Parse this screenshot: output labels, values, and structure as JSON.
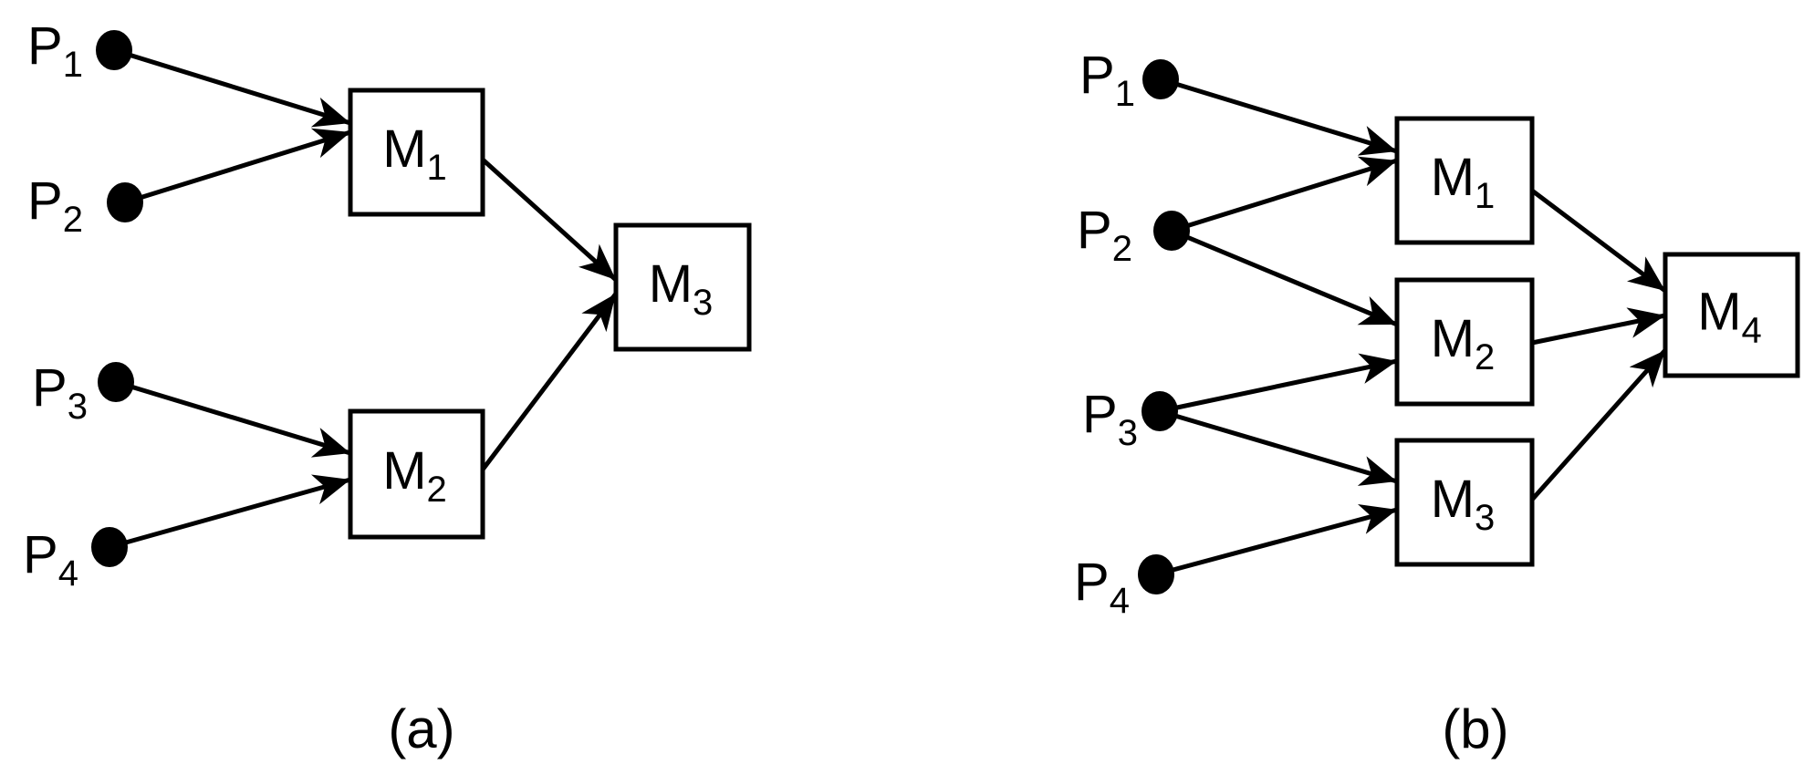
{
  "panels": {
    "a": {
      "caption": "(a)",
      "sources": [
        {
          "id": "P1",
          "base": "P",
          "sub": "1"
        },
        {
          "id": "P2",
          "base": "P",
          "sub": "2"
        },
        {
          "id": "P3",
          "base": "P",
          "sub": "3"
        },
        {
          "id": "P4",
          "base": "P",
          "sub": "4"
        }
      ],
      "modules": [
        {
          "id": "M1",
          "base": "M",
          "sub": "1"
        },
        {
          "id": "M2",
          "base": "M",
          "sub": "2"
        },
        {
          "id": "M3",
          "base": "M",
          "sub": "3"
        }
      ],
      "edges": [
        [
          "P1",
          "M1"
        ],
        [
          "P2",
          "M1"
        ],
        [
          "P3",
          "M2"
        ],
        [
          "P4",
          "M2"
        ],
        [
          "M1",
          "M3"
        ],
        [
          "M2",
          "M3"
        ]
      ]
    },
    "b": {
      "caption": "(b)",
      "sources": [
        {
          "id": "P1",
          "base": "P",
          "sub": "1"
        },
        {
          "id": "P2",
          "base": "P",
          "sub": "2"
        },
        {
          "id": "P3",
          "base": "P",
          "sub": "3"
        },
        {
          "id": "P4",
          "base": "P",
          "sub": "4"
        }
      ],
      "modules": [
        {
          "id": "M1",
          "base": "M",
          "sub": "1"
        },
        {
          "id": "M2",
          "base": "M",
          "sub": "2"
        },
        {
          "id": "M3",
          "base": "M",
          "sub": "3"
        },
        {
          "id": "M4",
          "base": "M",
          "sub": "4"
        }
      ],
      "edges": [
        [
          "P1",
          "M1"
        ],
        [
          "P2",
          "M1"
        ],
        [
          "P2",
          "M2"
        ],
        [
          "P3",
          "M2"
        ],
        [
          "P3",
          "M3"
        ],
        [
          "P4",
          "M3"
        ],
        [
          "M1",
          "M4"
        ],
        [
          "M2",
          "M4"
        ],
        [
          "M3",
          "M4"
        ]
      ]
    }
  }
}
